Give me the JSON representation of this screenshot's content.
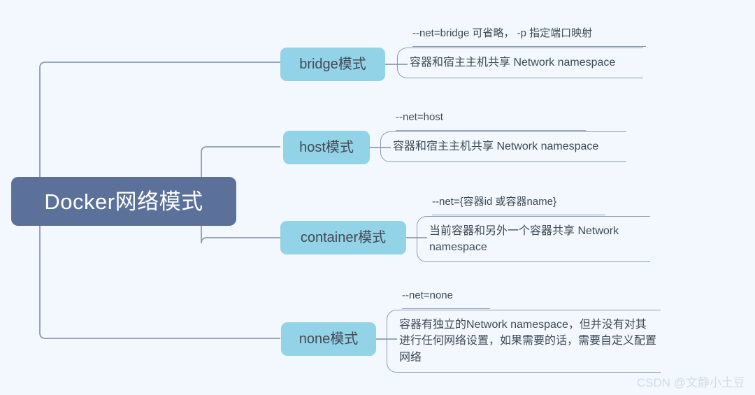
{
  "colors": {
    "background": "#f2f8fd",
    "root_fill": "#5c719a",
    "root_text": "#ffffff",
    "node_fill": "#92d3e8",
    "node_text": "#444a52",
    "line": "#8c9bb3",
    "detail_text": "#3d4a57",
    "watermark": "#d2dbe6"
  },
  "root": {
    "label": "Docker网络模式"
  },
  "branches": [
    {
      "id": "bridge",
      "label": "bridge模式",
      "caption": "--net=bridge  可省略， -p 指定端口映射",
      "body": "容器和宿主主机共享 Network namespace"
    },
    {
      "id": "host",
      "label": "host模式",
      "caption": "--net=host",
      "body": "容器和宿主主机共享 Network namespace"
    },
    {
      "id": "container",
      "label": "container模式",
      "caption": "--net={容器id 或容器name}",
      "body": "当前容器和另外一个容器共享 Network namespace"
    },
    {
      "id": "none",
      "label": "none模式",
      "caption": "--net=none",
      "body": "容器有独立的Network namespace，但并没有对其进行任何网络设置，如果需要的话，需要自定义配置网络"
    }
  ],
  "watermark": {
    "text": "CSDN @文静小土豆"
  }
}
